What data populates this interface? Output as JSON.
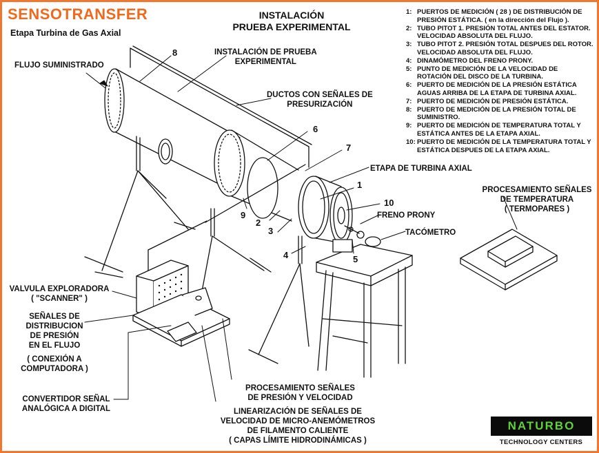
{
  "header": {
    "brand": "SENSOTRANSFER",
    "subtitle": "Etapa Turbina de Gas Axial",
    "title_line1": "INSTALACIÓN",
    "title_line2": "PRUEBA EXPERIMENTAL"
  },
  "legend": [
    {
      "num": "1:",
      "text": "PUERTOS DE MEDICIÓN ( 28 ) DE DISTRIBUCIÓN DE PRESIÓN ESTÁTICA. ( en la dirección del Flujo )."
    },
    {
      "num": "2:",
      "text": "TUBO PITOT 1.  PRESIÓN TOTAL ANTES DEL ESTATOR.  VELOCIDAD ABSOLUTA DEL FLUJO."
    },
    {
      "num": "3:",
      "text": "TUBO PITOT 2.  PRESIÓN TOTAL DESPUES DEL ROTOR.  VELOCIDAD ABSOLUTA DEL FLUJO."
    },
    {
      "num": "4:",
      "text": "DINAMÓMETRO DEL FRENO PRONY."
    },
    {
      "num": "5:",
      "text": "PUNTO DE MEDICIÓN DE LA VELOCIDAD DE ROTACIÓN DEL DISCO DE LA TURBINA."
    },
    {
      "num": "6:",
      "text": "PUERTO DE MEDICIÓN DE LA PRESIÓN ESTÁTICA AGUAS ARRIBA DE LA ETAPA DE TURBINA AXIAL."
    },
    {
      "num": "7:",
      "text": "PUERTO DE MEDICIÓN DE PRESIÓN ESTÁTICA."
    },
    {
      "num": "8:",
      "text": "PUERTO DE MEDICIÓN DE LA PRESIÓN TOTAL DE SUMINISTRO."
    },
    {
      "num": "9:",
      "text": "PUERTO DE MEDICIÓN DE TEMPERATURA TOTAL Y ESTÁTICA ANTES DE LA ETAPA AXIAL."
    },
    {
      "num": "10:",
      "text": "PUERTO DE MEDICIÓN DE LA TEMPERATURA TOTAL Y ESTÁTICA DESPUES DE LA ETAPA AXIAL."
    }
  ],
  "labels": {
    "flujo": "FLUJO SUMINISTRADO",
    "instalacion_1": "INSTALACIÓN DE PRUEBA",
    "instalacion_2": "EXPERIMENTAL",
    "ductos_1": "DUCTOS CON SEÑALES DE",
    "ductos_2": "PRESURIZACIÓN",
    "etapa": "ETAPA DE TURBINA AXIAL",
    "freno": "FRENO PRONY",
    "tacometro": "TACÓMETRO",
    "proc_temp_1": "PROCESAMIENTO SEÑALES",
    "proc_temp_2": "DE TEMPERATURA",
    "proc_temp_3": "( TERMOPARES )",
    "valvula_1": "VALVULA EXPLORADORA",
    "valvula_2": "( \"SCANNER\" )",
    "senales_1": "SEÑALES DE",
    "senales_2": "DISTRIBUCION",
    "senales_3": "DE PRESIÓN",
    "senales_4": "EN EL FLUJO",
    "senales_5": "( CONEXIÓN A",
    "senales_6": "COMPUTADORA )",
    "convertidor_1": "CONVERTIDOR SEÑAL",
    "convertidor_2": "ANALÓGICA  A  DIGITAL",
    "proc_pres_1": "PROCESAMIENTO SEÑALES",
    "proc_pres_2": "DE PRESIÓN  Y  VELOCIDAD",
    "linear_1": "LINEARIZACIÓN DE SEÑALES DE",
    "linear_2": "VELOCIDAD DE MICRO-ANEMÓMETROS",
    "linear_3": "DE FILAMENTO CALIENTE",
    "linear_4": "( CAPAS  LÍMITE HIDRODINÁMICAS )"
  },
  "numbers": {
    "n1": "1",
    "n2": "2",
    "n3": "3",
    "n4": "4",
    "n5": "5",
    "n6": "6",
    "n7": "7",
    "n8": "8",
    "n9": "9",
    "n10": "10"
  },
  "logo": {
    "name": "NATURBO",
    "tagline": "TECHNOLOGY CENTERS"
  },
  "colors": {
    "border": "#f2772e",
    "brand": "#ef6a1c",
    "logo_bg": "#0b0b0b",
    "logo_text": "#5fd13a"
  }
}
